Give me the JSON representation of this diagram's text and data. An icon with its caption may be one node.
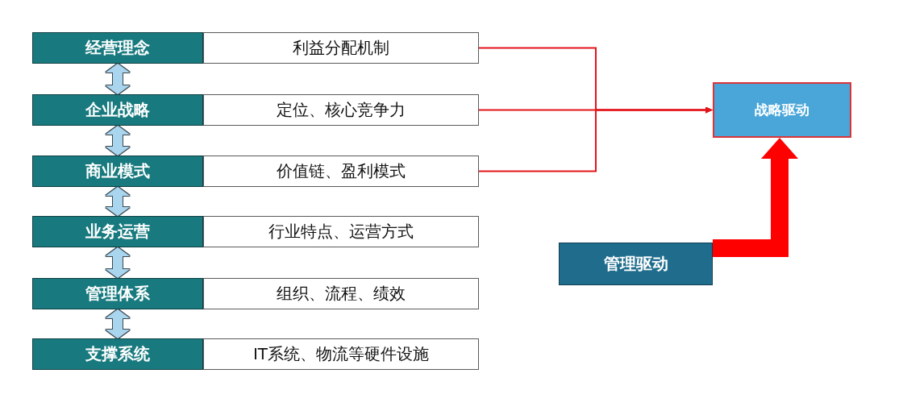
{
  "diagram": {
    "nodes": [
      {
        "text": [
          "经营理念"
        ]
      },
      {
        "text": [
          "利益分配机制"
        ]
      },
      {
        "text": [
          "企业战略"
        ]
      },
      {
        "text": [
          "定位、核心竞争力"
        ]
      },
      {
        "text": [
          "商业模式"
        ]
      },
      {
        "text": [
          "价值链、盈利模式"
        ]
      },
      {
        "text": [
          "业务运营"
        ]
      },
      {
        "text": [
          "行业特点、运营方式"
        ]
      },
      {
        "text": [
          "管理体系"
        ]
      },
      {
        "text": [
          "组织、流程、绩效"
        ]
      },
      {
        "text": [
          "支撑系统"
        ]
      },
      {
        "text": [
          "IT系统、物流等硬件设施"
        ]
      },
      {
        "text": [
          "战略驱动"
        ]
      },
      {
        "text": [
          "管理驱动"
        ]
      }
    ],
    "edges": [
      {
        "from": 0,
        "to": 2,
        "arrow": "both"
      },
      {
        "from": 2,
        "to": 4,
        "arrow": "both"
      },
      {
        "from": 4,
        "to": 6,
        "arrow": "both"
      },
      {
        "from": 6,
        "to": 8,
        "arrow": "both"
      },
      {
        "from": 8,
        "to": 10,
        "arrow": "both"
      },
      {
        "from": 1,
        "to": 12,
        "arrow": "to",
        "color": "#e3141a"
      },
      {
        "from": 3,
        "to": 12,
        "arrow": "to",
        "color": "#e3141a"
      },
      {
        "from": 5,
        "to": 12,
        "arrow": "to",
        "color": "#e3141a"
      },
      {
        "from": 13,
        "to": 12,
        "arrow": "to",
        "style": "thick",
        "color": "#ff0000"
      }
    ]
  }
}
